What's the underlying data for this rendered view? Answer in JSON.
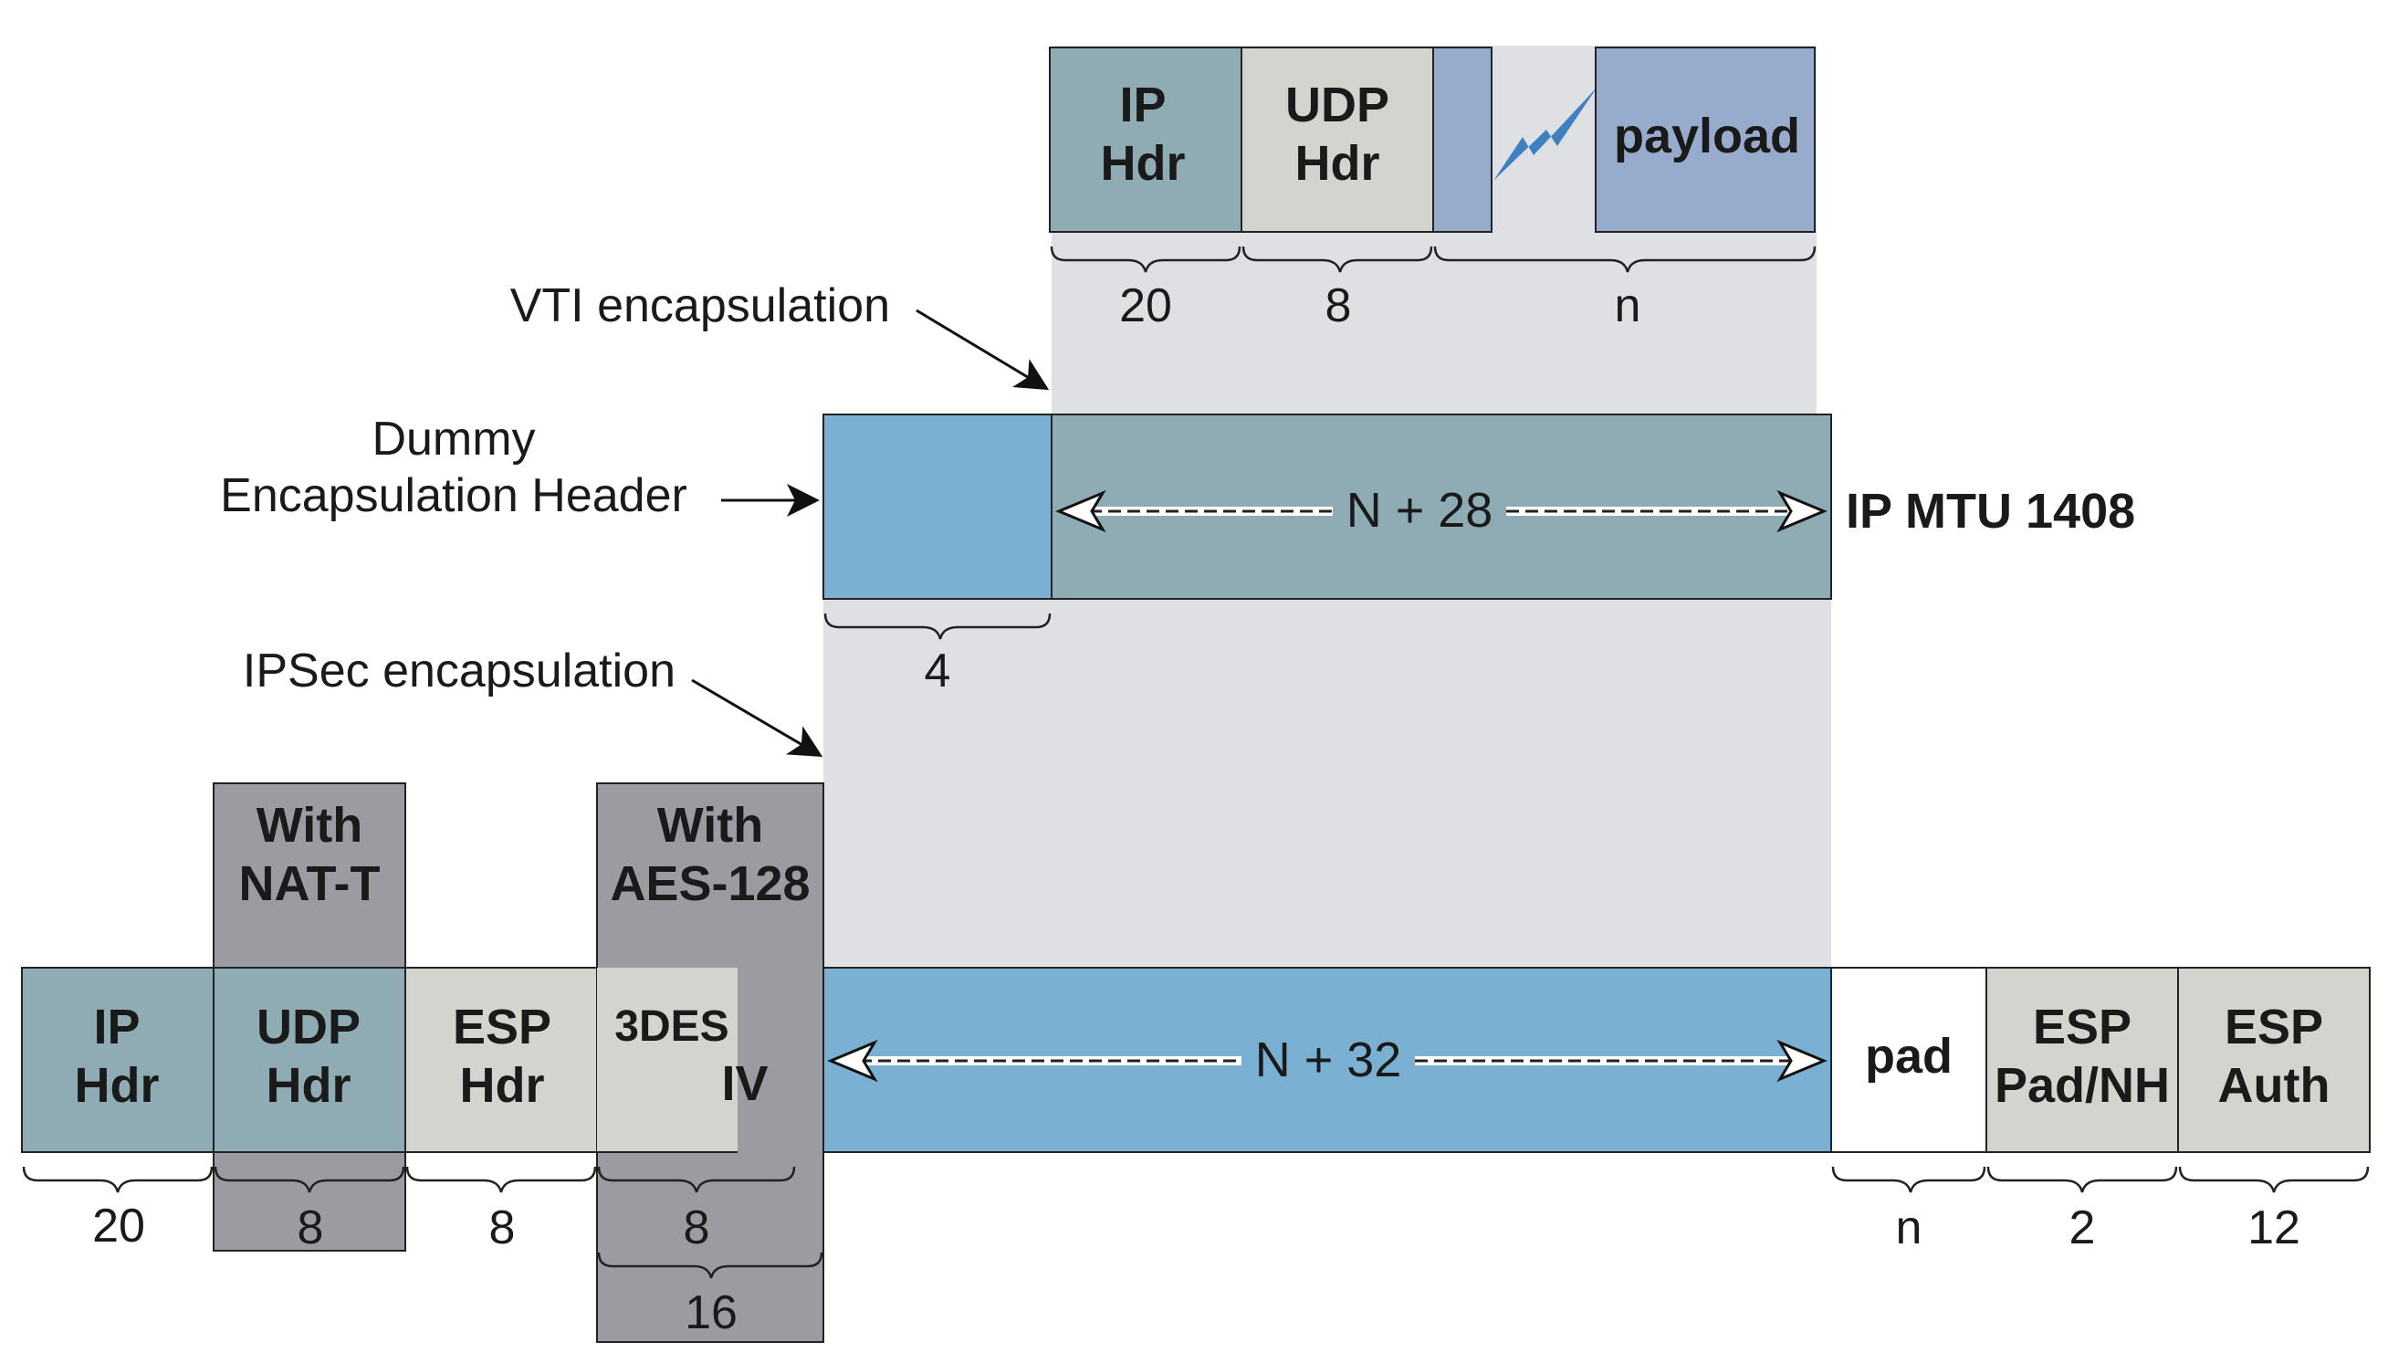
{
  "top_packet": {
    "ip_hdr": [
      "IP",
      "Hdr"
    ],
    "udp_hdr": [
      "UDP",
      "Hdr"
    ],
    "payload": "payload",
    "sizes": {
      "ip": "20",
      "udp": "8",
      "payload": "n"
    }
  },
  "labels": {
    "vti": "VTI encapsulation",
    "dummy_line1": "Dummy",
    "dummy_line2": "Encapsulation Header",
    "ipsec": "IPSec encapsulation",
    "ip_mtu": "IP MTU 1408"
  },
  "vti_packet": {
    "span": "N + 28",
    "dummy_size": "4"
  },
  "ipsec_packet": {
    "with_nat": [
      "With",
      "NAT-T"
    ],
    "with_aes": [
      "With",
      "AES-128"
    ],
    "ip_hdr": [
      "IP",
      "Hdr"
    ],
    "udp_hdr": [
      "UDP",
      "Hdr"
    ],
    "esp_hdr": [
      "ESP",
      "Hdr"
    ],
    "des": "3DES",
    "iv": "IV",
    "span": "N + 32",
    "pad": "pad",
    "esp_pad": [
      "ESP",
      "Pad/NH"
    ],
    "esp_auth": [
      "ESP",
      "Auth"
    ],
    "sizes": {
      "ip": "20",
      "udp": "8",
      "esp": "8",
      "des_iv": "8",
      "aes_iv": "16",
      "pad": "n",
      "esp_pad": "2",
      "esp_auth": "12"
    }
  },
  "colors": {
    "ip_teal": "#8facb4",
    "udp_grey": "#d3d4ce",
    "payload_blue": "#97abcc",
    "encap_blue": "#7ab0d2",
    "overlay_grey": "#9a9ca2",
    "shadow_grey": "#dfe0e4"
  }
}
